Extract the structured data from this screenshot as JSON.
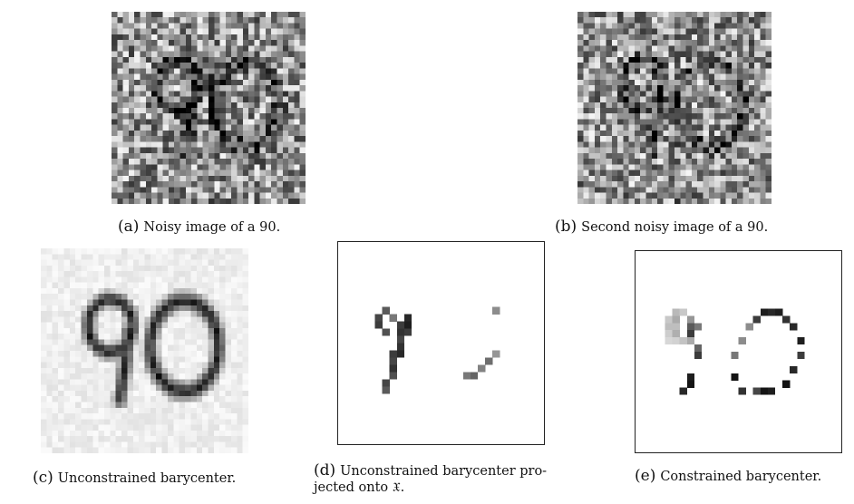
{
  "figure": {
    "panels": [
      {
        "label": "(a)",
        "caption": "Noisy image of a 90.",
        "image_desc": "noisy-90-a"
      },
      {
        "label": "(b)",
        "caption": "Second noisy image of a 90.",
        "image_desc": "noisy-90-b"
      },
      {
        "label": "(c)",
        "caption": "Unconstrained barycenter.",
        "image_desc": "unconstrained-barycenter"
      },
      {
        "label": "(d)",
        "caption_line1": "Unconstrained barycenter pro-",
        "caption_line2": "jected onto 𝔛.",
        "image_desc": "projected-barycenter"
      },
      {
        "label": "(e)",
        "caption": "Constrained barycenter.",
        "image_desc": "constrained-barycenter"
      }
    ]
  }
}
